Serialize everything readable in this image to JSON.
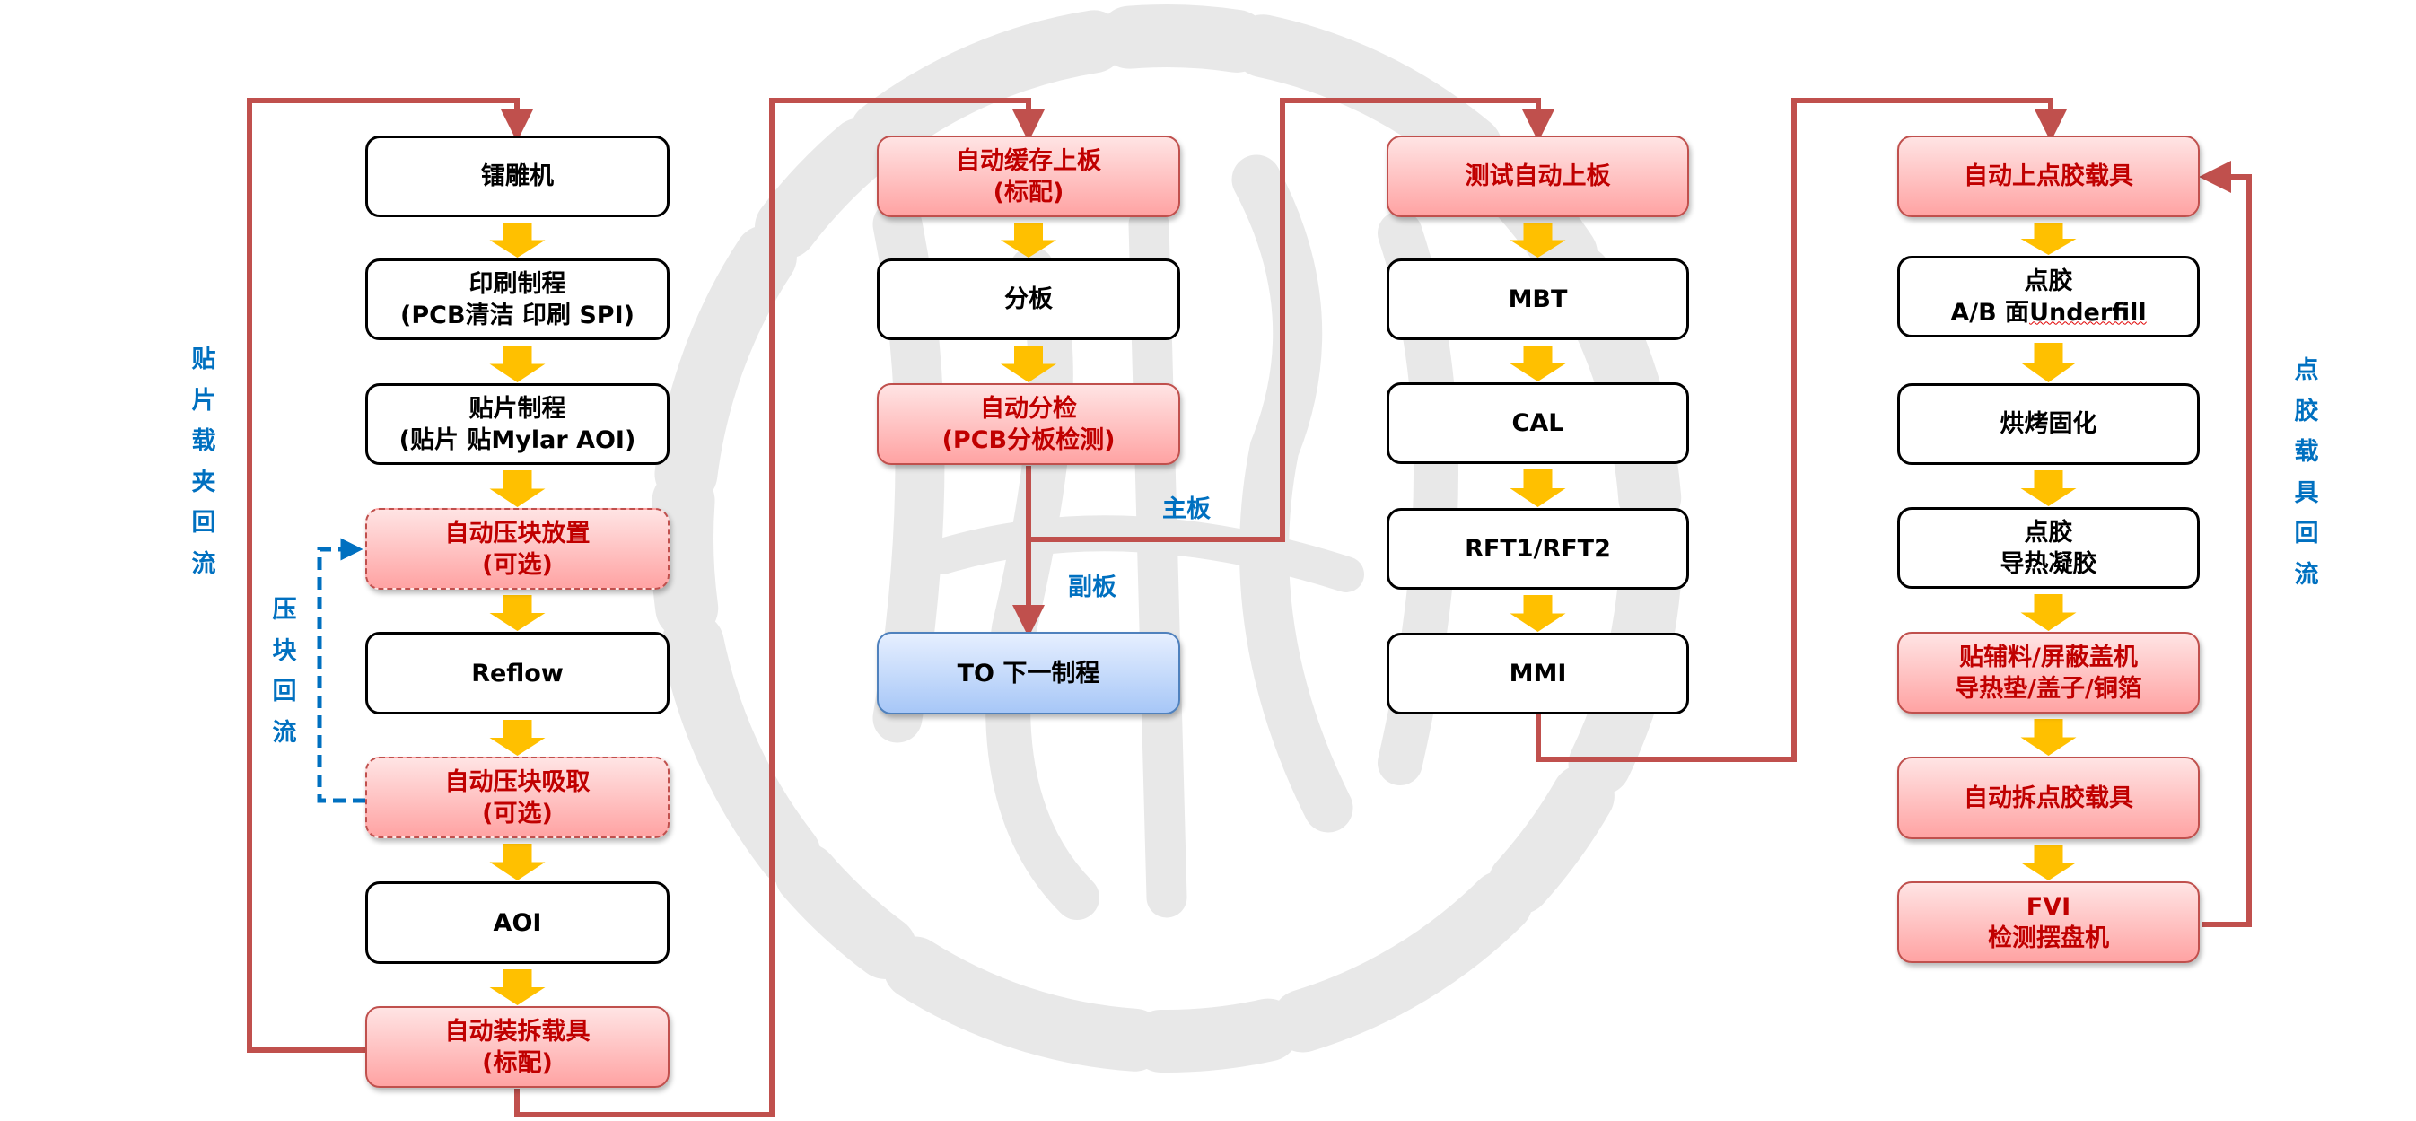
{
  "colors": {
    "connector_red": "#c0504d",
    "flow_arrow_yellow": "#ffc000",
    "label_blue": "#0070c0",
    "red_text": "#c00000",
    "blue_box_border": "#4f81bd",
    "watermark_gray": "#e6e6e6"
  },
  "columns": [
    {
      "id": "col1",
      "steps": [
        {
          "style": "white",
          "lines": [
            "镭雕机"
          ]
        },
        {
          "style": "white",
          "lines": [
            "印刷制程",
            "(PCB清洁 印刷  SPI)"
          ]
        },
        {
          "style": "white",
          "lines": [
            "贴片制程",
            "(贴片 贴Mylar AOI)"
          ]
        },
        {
          "style": "red-dashed",
          "lines": [
            "自动压块放置",
            "(可选)"
          ]
        },
        {
          "style": "white",
          "lines": [
            "Reflow"
          ]
        },
        {
          "style": "red-dashed",
          "lines": [
            "自动压块吸取",
            "(可选)"
          ]
        },
        {
          "style": "white",
          "lines": [
            "AOI"
          ]
        },
        {
          "style": "red",
          "lines": [
            "自动装拆载具",
            "(标配)"
          ]
        }
      ]
    },
    {
      "id": "col2",
      "steps": [
        {
          "style": "red",
          "lines": [
            "自动缓存上板",
            "(标配)"
          ]
        },
        {
          "style": "white",
          "lines": [
            "分板"
          ]
        },
        {
          "style": "red",
          "lines": [
            "自动分检",
            "(PCB分板检测)"
          ]
        },
        {
          "style": "blue",
          "lines": [
            "TO 下一制程"
          ]
        }
      ]
    },
    {
      "id": "col3",
      "steps": [
        {
          "style": "red",
          "lines": [
            "测试自动上板"
          ]
        },
        {
          "style": "white",
          "lines": [
            "MBT"
          ]
        },
        {
          "style": "white",
          "lines": [
            "CAL"
          ]
        },
        {
          "style": "white",
          "lines": [
            "RFT1/RFT2"
          ]
        },
        {
          "style": "white",
          "lines": [
            "MMI"
          ]
        }
      ]
    },
    {
      "id": "col4",
      "steps": [
        {
          "style": "red",
          "lines": [
            "自动上点胶载具"
          ]
        },
        {
          "style": "white",
          "lines": [
            "点胶",
            "A/B 面Underfill"
          ]
        },
        {
          "style": "white",
          "lines": [
            "烘烤固化"
          ]
        },
        {
          "style": "white",
          "lines": [
            "点胶",
            "导热凝胶"
          ]
        },
        {
          "style": "red",
          "lines": [
            "贴辅料/屏蔽盖机",
            "导热垫/盖子/铜箔"
          ]
        },
        {
          "style": "red",
          "lines": [
            "自动拆点胶载具"
          ]
        },
        {
          "style": "red",
          "lines": [
            "FVI",
            "检测摆盘机"
          ]
        }
      ]
    }
  ],
  "labels": {
    "carrier_return": "贴片载夹回流",
    "press_block_return": "压块回流",
    "glue_carrier_return": "点胶载具回流",
    "main_board": "主板",
    "sub_board": "副板"
  }
}
